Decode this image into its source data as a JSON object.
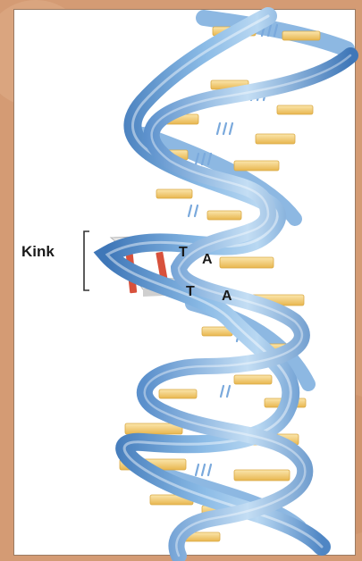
{
  "labels": {
    "kink": "Kink",
    "base_upper_left": "T",
    "base_upper_right": "A",
    "base_lower_left": "T",
    "base_lower_right": "A"
  },
  "colors": {
    "background": "#d8a07a",
    "panel": "#ffffff",
    "strand_light": "#a9cdeb",
    "strand_mid": "#6fa3d6",
    "strand_dark": "#3f77b8",
    "base_pair_yellow": "#f2d488",
    "base_pair_edge": "#d9a944",
    "hydrogen_bond_blue": "#7aa9dc",
    "kink_base_gray": "#dcdcdc",
    "kink_bond_red": "#d8513c"
  },
  "icons": [
    "dna-double-helix-icon",
    "bracket-icon"
  ]
}
